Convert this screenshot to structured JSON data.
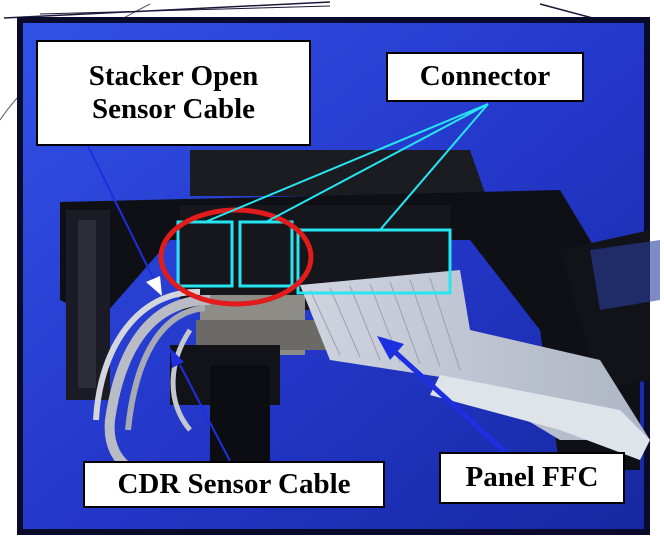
{
  "figure": {
    "labels": {
      "stacker_open_sensor_cable_line1": "Stacker Open",
      "stacker_open_sensor_cable_line2": "Sensor Cable",
      "connector": "Connector",
      "cdr_sensor_cable": "CDR Sensor Cable",
      "panel_ffc": "Panel FFC"
    },
    "colors": {
      "background": "#2a3fd0",
      "frame_border": "#0a0a2a",
      "callout_line": "#1d2fe0",
      "connector_highlight": "#27e6f2",
      "circle_highlight": "#e21b1b"
    }
  }
}
